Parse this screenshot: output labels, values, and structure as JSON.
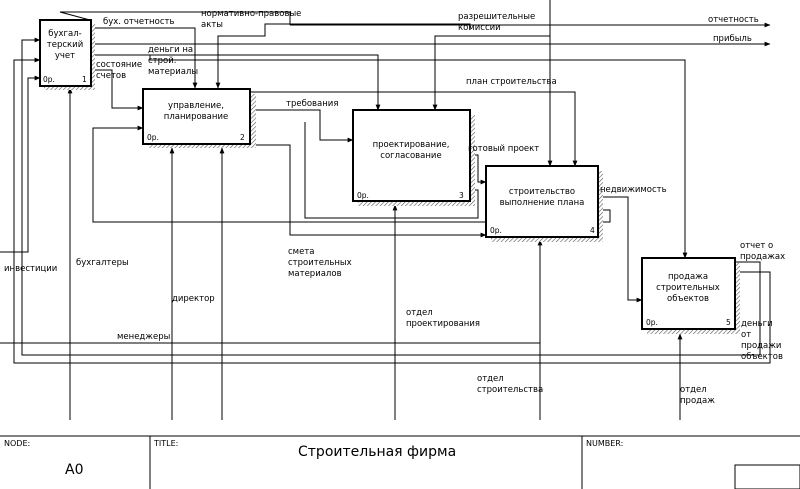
{
  "diagram": {
    "blocks": [
      {
        "id": 1,
        "lines": [
          "бухгал-",
          "терский",
          "учет"
        ],
        "cost": "0р.",
        "number": "1"
      },
      {
        "id": 2,
        "lines": [
          "управление,",
          "планирование"
        ],
        "cost": "0р.",
        "number": "2"
      },
      {
        "id": 3,
        "lines": [
          "проектирование,",
          "согласование"
        ],
        "cost": "0р.",
        "number": "3"
      },
      {
        "id": 4,
        "lines": [
          "строительство",
          "выполнение плана"
        ],
        "cost": "0р.",
        "number": "4"
      },
      {
        "id": 5,
        "lines": [
          "продажа",
          "строительных",
          "объектов"
        ],
        "cost": "0р.",
        "number": "5"
      }
    ],
    "arrow_labels": {
      "buh_otchetnost": [
        "бух. отчетность"
      ],
      "normativ": [
        "нормативно-правовые",
        "акты"
      ],
      "razresh": [
        "разрешительные",
        "комиссии"
      ],
      "otchetnost": [
        "отчетность"
      ],
      "pribyl": [
        "прибыль"
      ],
      "dengi_stroi": [
        "деньги на",
        "строй.",
        "материалы"
      ],
      "sostoyanie": [
        "состояние",
        "счетов"
      ],
      "plan_str": [
        "план строительства"
      ],
      "trebovaniya": [
        "требования"
      ],
      "gotovy_proekt": [
        "готовый проект"
      ],
      "nedvizhimost": [
        "недвижимость"
      ],
      "otchet_prodazhah": [
        "отчет о",
        "продажах"
      ],
      "smeta": [
        "смета",
        "строительных",
        "материалов"
      ],
      "investicii": [
        "инвестиции"
      ],
      "buhgaltery": [
        "бухгалтеры"
      ],
      "direktor": [
        "директор"
      ],
      "menedzhery": [
        "менеджеры"
      ],
      "otdel_proekt": [
        "отдел",
        "проектирования"
      ],
      "otdel_str": [
        "отдел",
        "строительства"
      ],
      "otdel_prodazh": [
        "отдел",
        "продаж"
      ],
      "dengi_prodazhi": [
        "деньги",
        "от",
        "продажи",
        "объектов"
      ]
    }
  },
  "frame": {
    "node_label": "NODE:",
    "node_value": "A0",
    "title_label": "TITLE:",
    "title_value": "Строительная фирма",
    "number_label": "NUMBER:"
  },
  "colors": {
    "line": "#000000",
    "shadow": "#8a8a8a",
    "background": "#ffffff"
  }
}
